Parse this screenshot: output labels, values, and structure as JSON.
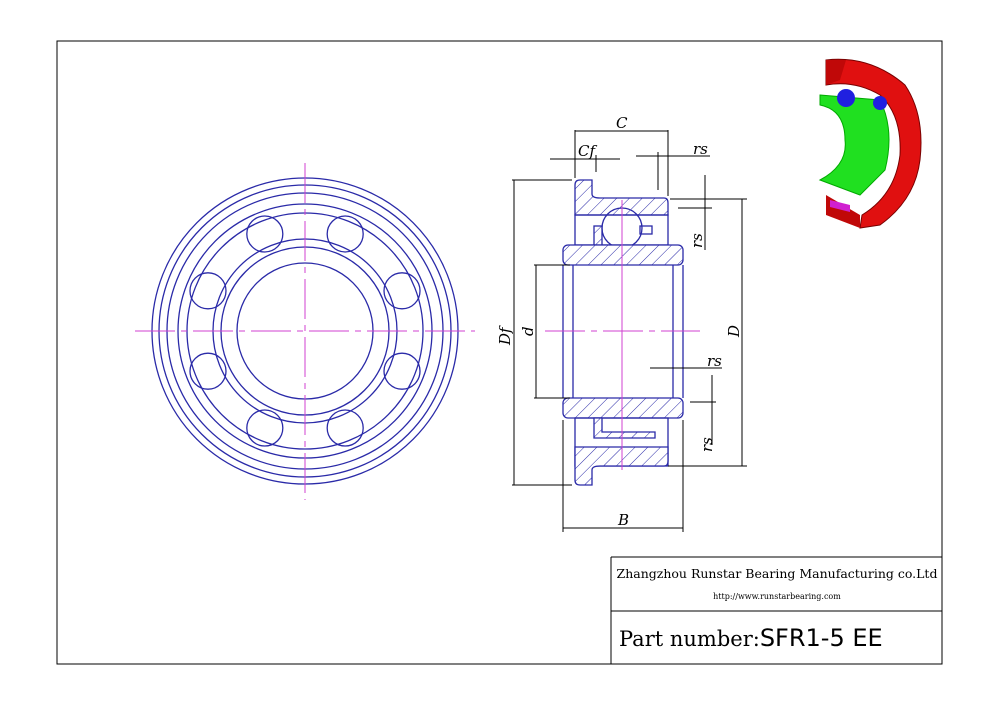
{
  "drawing": {
    "labels": {
      "C": "C",
      "Cf": "Cf",
      "rs": "rs",
      "Df": "Df",
      "d": "d",
      "D": "D",
      "B": "B"
    }
  },
  "title_block": {
    "company": "Zhangzhou Runstar Bearing Manufacturing co.Ltd",
    "url": "http://www.runstarbearing.com",
    "part_label": "Part number:",
    "part_number": "SFR1-5 EE"
  },
  "colors": {
    "outline": "#2a2aa8",
    "centerline": "#d040d0",
    "render_outer": "#e01010",
    "render_inner": "#20e020",
    "render_ball": "#2020e0"
  }
}
